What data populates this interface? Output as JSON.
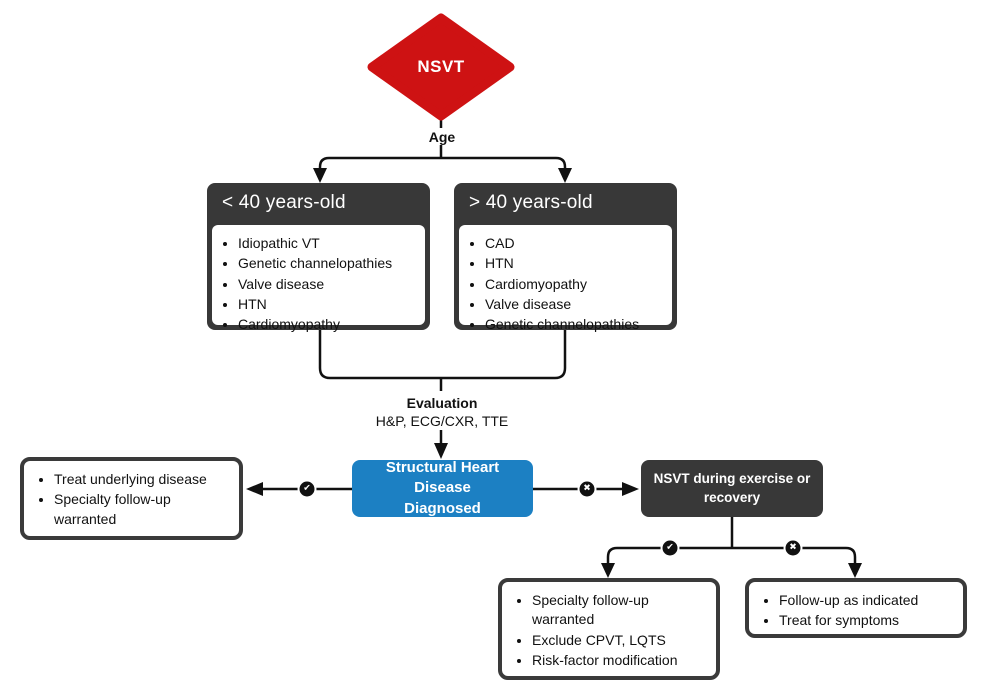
{
  "colors": {
    "red": "#ce1213",
    "dark_gray": "#383838",
    "blue": "#1c80c3",
    "line": "#111111",
    "white": "#ffffff"
  },
  "nodes": {
    "root": {
      "label": "NSVT"
    },
    "age_label": "Age",
    "under40": {
      "title": "< 40 years-old",
      "items": [
        "Idiopathic VT",
        "Genetic channelopathies",
        "Valve disease",
        "HTN",
        "Cardiomyopathy"
      ]
    },
    "over40": {
      "title": "> 40 years-old",
      "items": [
        "CAD",
        "HTN",
        "Cardiomyopathy",
        "Valve disease",
        "Genetic channelopathies"
      ]
    },
    "evaluation": {
      "title": "Evaluation",
      "subtitle": "H&P, ECG/CXR, TTE"
    },
    "shd": {
      "label": "Structural Heart Disease Diagnosed"
    },
    "treat": {
      "items": [
        "Treat underlying disease",
        "Specialty follow-up warranted"
      ]
    },
    "exercise": {
      "label": "NSVT during exercise or recovery"
    },
    "specialty": {
      "items": [
        "Specialty follow-up warranted",
        "Exclude CPVT, LQTS",
        "Risk-factor modification"
      ]
    },
    "followup": {
      "items": [
        "Follow-up as indicated",
        "Treat for symptoms"
      ]
    }
  },
  "icons": {
    "yes": "✔",
    "no": "✖"
  }
}
